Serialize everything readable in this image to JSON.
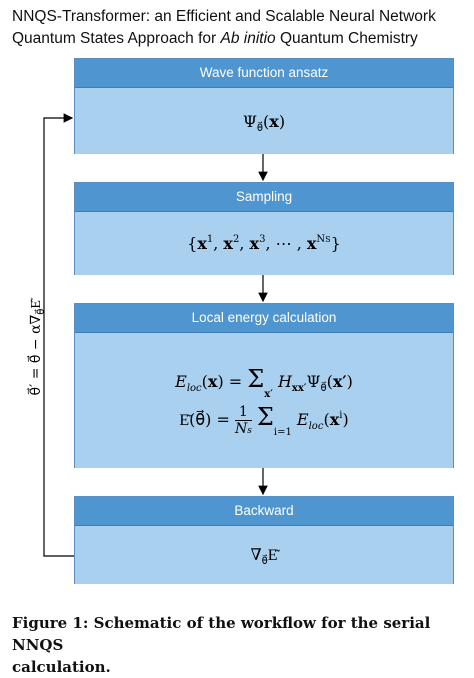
{
  "header": {
    "title_line1": "NNQS-Transformer: an Efficient and Scalable Neural Network",
    "title_line2_pre": "Quantum States Approach for ",
    "title_line2_italic": "Ab initio",
    "title_line2_post": " Quantum Chemistry"
  },
  "diagram": {
    "panels": [
      {
        "header": "Wave function ansatz",
        "formula": "Ψθ(x)"
      },
      {
        "header": "Sampling",
        "formula": "{x¹, x², x³, ⋯ , x^NS}"
      },
      {
        "header": "Local energy calculation",
        "formula1": "Eloc(x) = Σx' Hxx' Ψθ(x')",
        "formula2": "Ẽ(θ) = 1/Ns Σi=1..Ns Eloc(xⁱ)"
      },
      {
        "header": "Backward",
        "formula": "∇θẼ"
      }
    ],
    "update_rule": "θ' = θ − α∇θẼ"
  },
  "caption": {
    "line1": "Figure 1: Schematic of the workflow for the serial NNQS",
    "line2": "calculation."
  }
}
